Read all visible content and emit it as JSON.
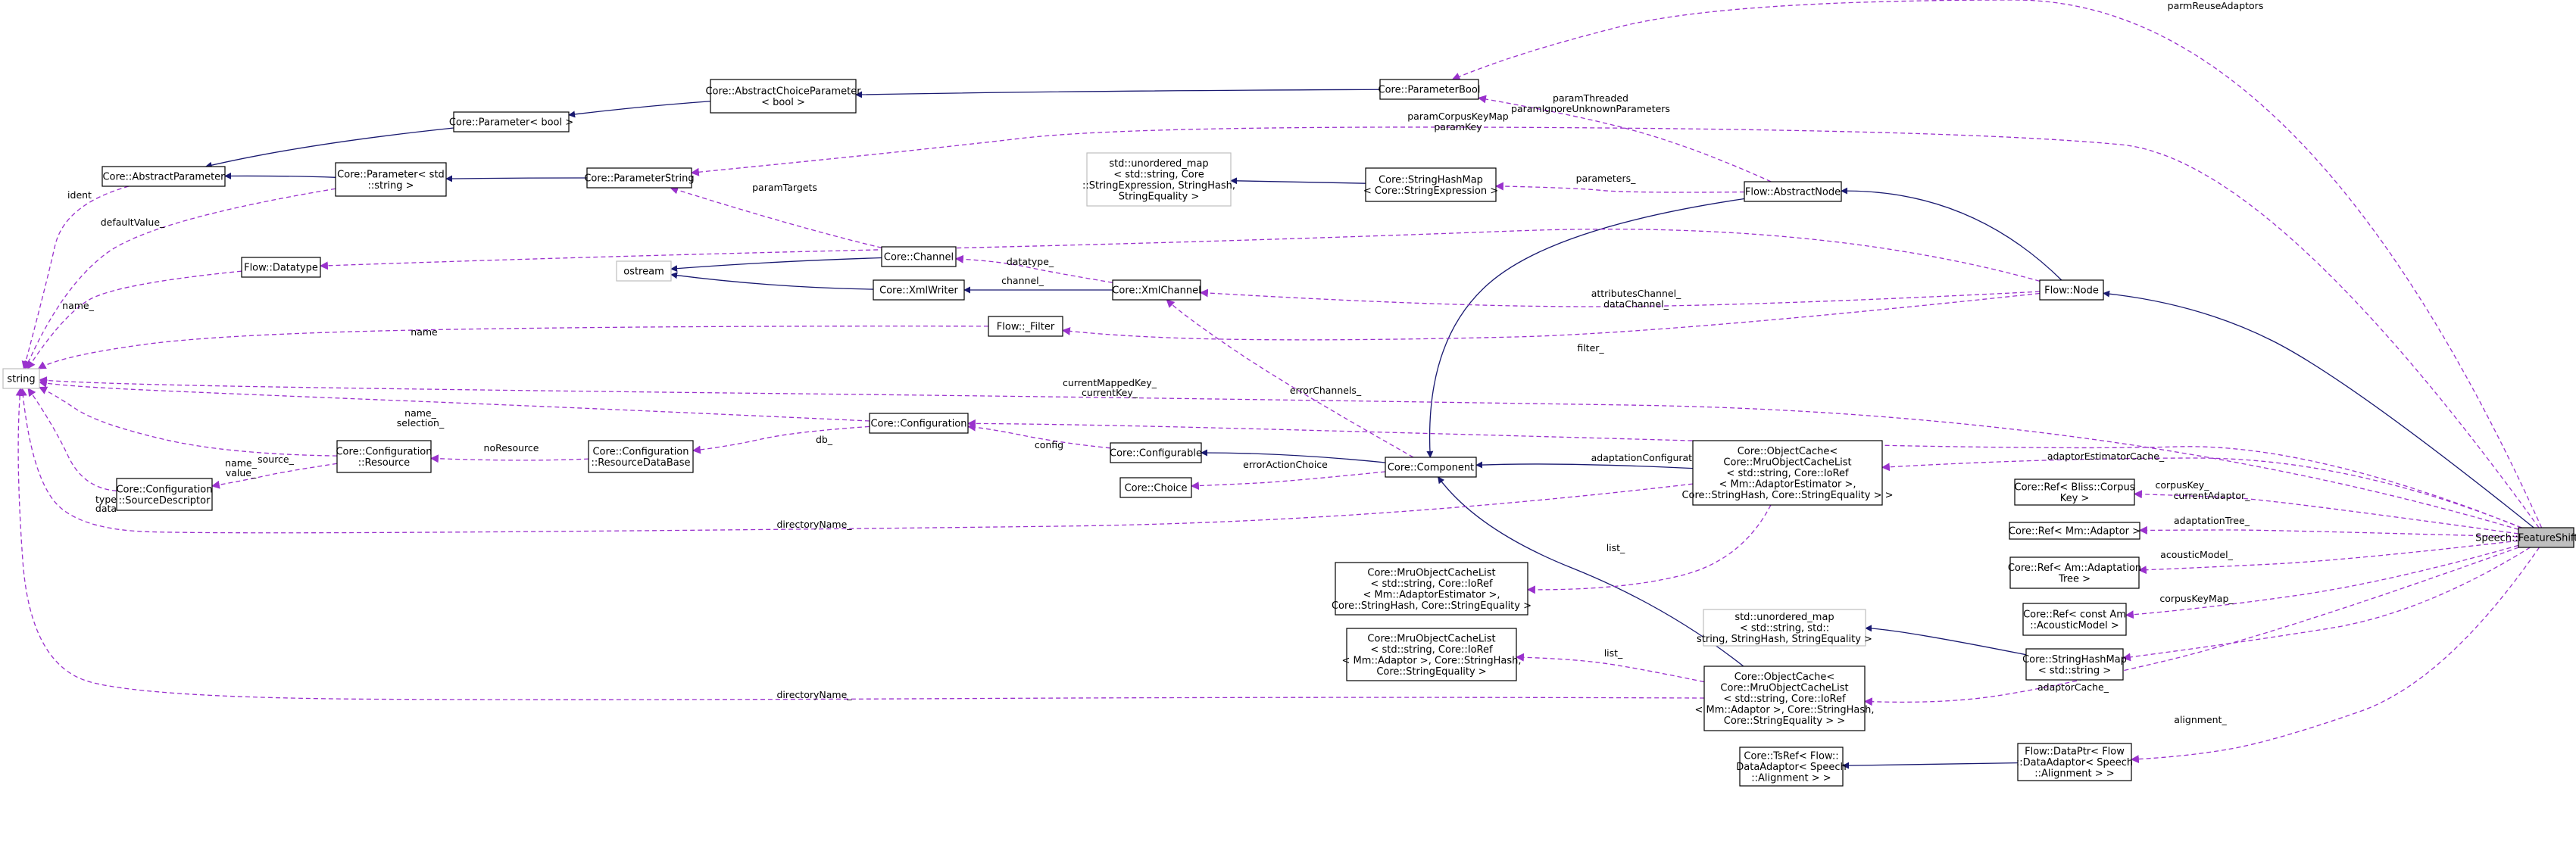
{
  "colors": {
    "background": "#ffffff",
    "inherit_edge": "#191970",
    "usage_edge": "#9a32cd",
    "node_border": "#000000",
    "external_border": "#bfbfbf",
    "focus_fill": "#bfbfbf"
  },
  "focus_node": "Speech::FeatureShiftAdaptor",
  "nodes": [
    {
      "id": "fsa",
      "lines": [
        "Speech::FeatureShiftAdaptor"
      ]
    },
    {
      "id": "string",
      "lines": [
        "string"
      ]
    },
    {
      "id": "ostream",
      "lines": [
        "ostream"
      ]
    },
    {
      "id": "umap1",
      "lines": [
        "std::unordered_map",
        "< std::string, Core",
        "::StringExpression, StringHash,",
        "StringEquality >"
      ]
    },
    {
      "id": "umap2",
      "lines": [
        "std::unordered_map",
        "< std::string, std::",
        "string, StringHash, StringEquality >"
      ]
    },
    {
      "id": "absparam",
      "lines": [
        "Core::AbstractParameter"
      ]
    },
    {
      "id": "parambool",
      "lines": [
        "Core::Parameter< bool >"
      ]
    },
    {
      "id": "abschoice",
      "lines": [
        "Core::AbstractChoiceParameter",
        "< bool >"
      ]
    },
    {
      "id": "pbool",
      "lines": [
        "Core::ParameterBool"
      ]
    },
    {
      "id": "paramstdstr",
      "lines": [
        "Core::Parameter< std",
        "::string >"
      ]
    },
    {
      "id": "pstring",
      "lines": [
        "Core::ParameterString"
      ]
    },
    {
      "id": "shm_expr",
      "lines": [
        "Core::StringHashMap",
        "< Core::StringExpression >"
      ]
    },
    {
      "id": "absnode",
      "lines": [
        "Flow::AbstractNode"
      ]
    },
    {
      "id": "datatype",
      "lines": [
        "Flow::Datatype"
      ]
    },
    {
      "id": "channel",
      "lines": [
        "Core::Channel"
      ]
    },
    {
      "id": "xmlwriter",
      "lines": [
        "Core::XmlWriter"
      ]
    },
    {
      "id": "xmlchannel",
      "lines": [
        "Core::XmlChannel"
      ]
    },
    {
      "id": "flownode",
      "lines": [
        "Flow::Node"
      ]
    },
    {
      "id": "filter",
      "lines": [
        "Flow::_Filter"
      ]
    },
    {
      "id": "configuration",
      "lines": [
        "Core::Configuration"
      ]
    },
    {
      "id": "cfgresource",
      "lines": [
        "Core::Configuration",
        "::Resource"
      ]
    },
    {
      "id": "resourcedb",
      "lines": [
        "Core::Configuration",
        "::ResourceDataBase"
      ]
    },
    {
      "id": "sourcedesc",
      "lines": [
        "Core::Configuration",
        "::SourceDescriptor"
      ]
    },
    {
      "id": "configurable",
      "lines": [
        "Core::Configurable"
      ]
    },
    {
      "id": "choice",
      "lines": [
        "Core::Choice"
      ]
    },
    {
      "id": "component",
      "lines": [
        "Core::Component"
      ]
    },
    {
      "id": "objcache_est",
      "lines": [
        "Core::ObjectCache<",
        "Core::MruObjectCacheList",
        "< std::string, Core::IoRef",
        "< Mm::AdaptorEstimator >,",
        "Core::StringHash, Core::StringEquality > >"
      ]
    },
    {
      "id": "mrulist_est",
      "lines": [
        "Core::MruObjectCacheList",
        "< std::string, Core::IoRef",
        "< Mm::AdaptorEstimator >,",
        "Core::StringHash, Core::StringEquality >"
      ]
    },
    {
      "id": "mrulist_adp",
      "lines": [
        "Core::MruObjectCacheList",
        "< std::string, Core::IoRef",
        "< Mm::Adaptor >, Core::StringHash,",
        "Core::StringEquality >"
      ]
    },
    {
      "id": "objcache_adp",
      "lines": [
        "Core::ObjectCache<",
        "Core::MruObjectCacheList",
        "< std::string, Core::IoRef",
        "< Mm::Adaptor >, Core::StringHash,",
        "Core::StringEquality > >"
      ]
    },
    {
      "id": "tsref",
      "lines": [
        "Core::TsRef< Flow::",
        "DataAdaptor< Speech",
        "::Alignment > >"
      ]
    },
    {
      "id": "ref_corpus",
      "lines": [
        "Core::Ref< Bliss::Corpus",
        "Key >"
      ]
    },
    {
      "id": "ref_adaptor",
      "lines": [
        "Core::Ref< Mm::Adaptor >"
      ]
    },
    {
      "id": "ref_tree",
      "lines": [
        "Core::Ref< Am::Adaptation",
        "Tree >"
      ]
    },
    {
      "id": "ref_acoustic",
      "lines": [
        "Core::Ref< const Am",
        "::AcousticModel >"
      ]
    },
    {
      "id": "shm_string",
      "lines": [
        "Core::StringHashMap",
        "< std::string >"
      ]
    },
    {
      "id": "dataptr",
      "lines": [
        "Flow::DataPtr< Flow",
        "::DataAdaptor< Speech",
        "::Alignment > >"
      ]
    }
  ],
  "inheritance_edges": [
    {
      "from": "parambool",
      "to": "absparam"
    },
    {
      "from": "abschoice",
      "to": "parambool"
    },
    {
      "from": "pbool",
      "to": "abschoice"
    },
    {
      "from": "paramstdstr",
      "to": "absparam"
    },
    {
      "from": "pstring",
      "to": "paramstdstr"
    },
    {
      "from": "shm_expr",
      "to": "umap1"
    },
    {
      "from": "channel",
      "to": "ostream"
    },
    {
      "from": "xmlwriter",
      "to": "ostream"
    },
    {
      "from": "xmlchannel",
      "to": "xmlwriter"
    },
    {
      "from": "flownode",
      "to": "absnode"
    },
    {
      "from": "absnode",
      "to": "component"
    },
    {
      "from": "component",
      "to": "configurable"
    },
    {
      "from": "objcache_est",
      "to": "component"
    },
    {
      "from": "objcache_adp",
      "to": "component"
    },
    {
      "from": "fsa",
      "to": "flownode"
    },
    {
      "from": "shm_string",
      "to": "umap2"
    },
    {
      "from": "dataptr",
      "to": "tsref"
    }
  ],
  "usage_edges": [
    {
      "from": "fsa",
      "to": "pbool",
      "labels": [
        "parmReuseAdaptors"
      ]
    },
    {
      "from": "absnode",
      "to": "pbool",
      "labels": [
        "paramThreaded",
        "paramIgnoreUnknownParameters"
      ]
    },
    {
      "from": "fsa",
      "to": "pstring",
      "labels": [
        "paramCorpusKeyMap",
        "paramKey"
      ]
    },
    {
      "from": "channel",
      "to": "pstring",
      "labels": [
        "paramTargets"
      ]
    },
    {
      "from": "absnode",
      "to": "shm_expr",
      "labels": [
        "parameters_"
      ]
    },
    {
      "from": "absparam",
      "to": "string",
      "labels": [
        "ident"
      ]
    },
    {
      "from": "paramstdstr",
      "to": "string",
      "labels": [
        "defaultValue_"
      ]
    },
    {
      "from": "datatype",
      "to": "string",
      "labels": [
        "name_"
      ]
    },
    {
      "from": "flownode",
      "to": "datatype",
      "labels": [
        "datatype_"
      ]
    },
    {
      "from": "xmlchannel",
      "to": "channel",
      "labels": [
        "channel_"
      ]
    },
    {
      "from": "flownode",
      "to": "xmlchannel",
      "labels": [
        "attributesChannel_",
        "dataChannel_"
      ]
    },
    {
      "from": "filter",
      "to": "string",
      "labels": [
        "name"
      ]
    },
    {
      "from": "flownode",
      "to": "filter",
      "labels": [
        "filter_"
      ]
    },
    {
      "from": "fsa",
      "to": "string",
      "labels": [
        "currentMappedKey_",
        "currentKey_"
      ]
    },
    {
      "from": "component",
      "to": "xmlchannel",
      "labels": [
        "errorChannels_"
      ]
    },
    {
      "from": "configuration",
      "to": "string",
      "labels": [
        "name_",
        "selection_"
      ]
    },
    {
      "from": "fsa",
      "to": "configuration",
      "labels": [
        "adaptationConfiguration_"
      ]
    },
    {
      "from": "configuration",
      "to": "resourcedb",
      "labels": [
        "db_"
      ]
    },
    {
      "from": "configurable",
      "to": "configuration",
      "labels": [
        "config"
      ]
    },
    {
      "from": "cfgresource",
      "to": "string",
      "labels": [
        "name_",
        "value_"
      ]
    },
    {
      "from": "resourcedb",
      "to": "cfgresource",
      "labels": [
        "noResource"
      ]
    },
    {
      "from": "cfgresource",
      "to": "sourcedesc",
      "labels": [
        "source_"
      ]
    },
    {
      "from": "sourcedesc",
      "to": "string",
      "labels": [
        "type",
        "data"
      ]
    },
    {
      "from": "component",
      "to": "choice",
      "labels": [
        "errorActionChoice"
      ]
    },
    {
      "from": "fsa",
      "to": "objcache_est",
      "labels": [
        "adaptorEstimatorCache_"
      ]
    },
    {
      "from": "objcache_est",
      "to": "string",
      "labels": [
        "directoryName_"
      ]
    },
    {
      "from": "objcache_est",
      "to": "mrulist_est",
      "labels": [
        "list_"
      ]
    },
    {
      "from": "objcache_adp",
      "to": "mrulist_adp",
      "labels": [
        "list_"
      ]
    },
    {
      "from": "objcache_adp",
      "to": "string",
      "labels": [
        "directoryName_"
      ]
    },
    {
      "from": "fsa",
      "to": "ref_corpus",
      "labels": [
        "corpusKey_"
      ]
    },
    {
      "from": "fsa",
      "to": "ref_adaptor",
      "labels": [
        "currentAdaptor_"
      ]
    },
    {
      "from": "fsa",
      "to": "ref_tree",
      "labels": [
        "adaptationTree_"
      ]
    },
    {
      "from": "fsa",
      "to": "ref_acoustic",
      "labels": [
        "acousticModel_"
      ]
    },
    {
      "from": "fsa",
      "to": "shm_string",
      "labels": [
        "corpusKeyMap_"
      ]
    },
    {
      "from": "fsa",
      "to": "objcache_adp",
      "labels": [
        "adaptorCache_"
      ]
    },
    {
      "from": "fsa",
      "to": "dataptr",
      "labels": [
        "alignment_"
      ]
    }
  ]
}
